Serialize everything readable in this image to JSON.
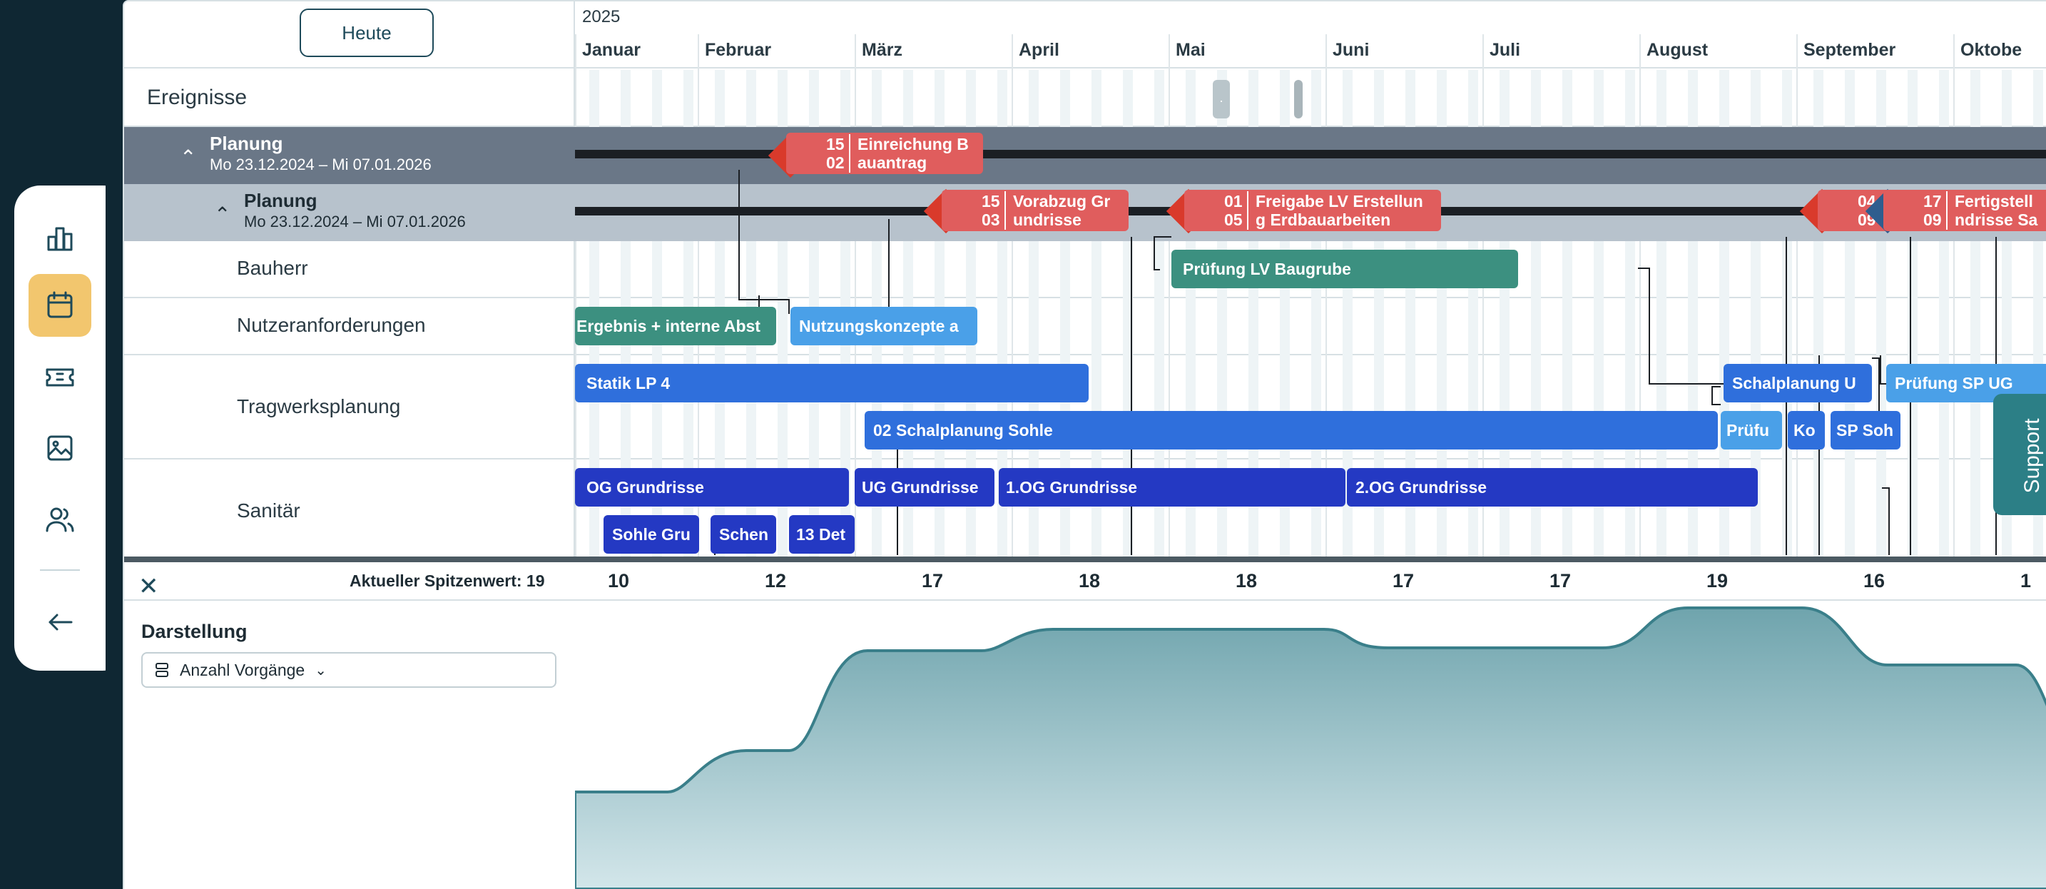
{
  "toolbar": {
    "today_label": "Heute"
  },
  "timeline": {
    "year": "2025",
    "months": [
      "Januar",
      "Februar",
      "März",
      "April",
      "Mai",
      "Juni",
      "Juli",
      "August",
      "September",
      "Oktobe"
    ]
  },
  "rows": {
    "events": "Ereignisse",
    "group1": {
      "title": "Planung",
      "dates": "Mo 23.12.2024 – Mi 07.01.2026"
    },
    "group2": {
      "title": "Planung",
      "dates": "Mo 23.12.2024 – Mi 07.01.2026"
    },
    "bauherr": "Bauherr",
    "nutzer": "Nutzeranforderungen",
    "tragwerk": "Tragwerksplanung",
    "sanitaer": "Sanitär"
  },
  "milestones": [
    {
      "day": "15",
      "day2": "02",
      "line1": "Einreichung B",
      "line2": "auantrag"
    },
    {
      "day": "15",
      "day2": "03",
      "line1": "Vorabzug Gr",
      "line2": "undrisse"
    },
    {
      "day": "01",
      "day2": "05",
      "line1": "Freigabe LV Erstellun",
      "line2": "g Erdbauarbeiten"
    },
    {
      "day": "04",
      "day2": "09",
      "line1": "",
      "line2": ""
    },
    {
      "day": "17",
      "day2": "09",
      "line1": "Fertigstell",
      "line2": "ndrisse Sa"
    }
  ],
  "bars": {
    "pruefung_lv": "Prüfung LV Baugrube",
    "ergebnis": "Ergebnis + interne Abst",
    "nutzungskonzepte": "Nutzungskonzepte a",
    "statik": "Statik LP 4",
    "schalplanung_u": "Schalplanung U",
    "pruefung_sp": "Prüfung SP UG",
    "ko_right": "Ko",
    "schalplanung_sohle": "02 Schalplanung Sohle",
    "pruefu": "Prüfu",
    "ko": "Ko",
    "sp_soh": "SP Soh",
    "og_grundrisse": "OG Grundrisse",
    "ug_grundrisse": "UG Grundrisse",
    "og1_grundrisse": "1.OG Grundrisse",
    "og2_grundrisse": "2.OG Grundrisse",
    "sohle_gru": "Sohle Gru",
    "schen": "Schen",
    "det13": "13 Det"
  },
  "resource_panel": {
    "peak_label": "Aktueller Spitzenwert: 19",
    "counts": [
      "10",
      "12",
      "17",
      "18",
      "18",
      "17",
      "17",
      "19",
      "16",
      "1"
    ],
    "display_label": "Darstellung",
    "select_value": "Anzahl Vorgänge"
  },
  "support_label": "Support",
  "colors": {
    "sidebar_bg": "#0f2733",
    "active_nav": "#f2c66e",
    "milestone_red": "#e05d5d",
    "milestone_diamond": "#d93a2b",
    "green_bar": "#3c9080",
    "light_blue_bar": "#3f91e0",
    "blue_bar": "#2f6fdc",
    "dark_blue_bar": "#2439c3",
    "area_fill": "#6fa4ad"
  }
}
